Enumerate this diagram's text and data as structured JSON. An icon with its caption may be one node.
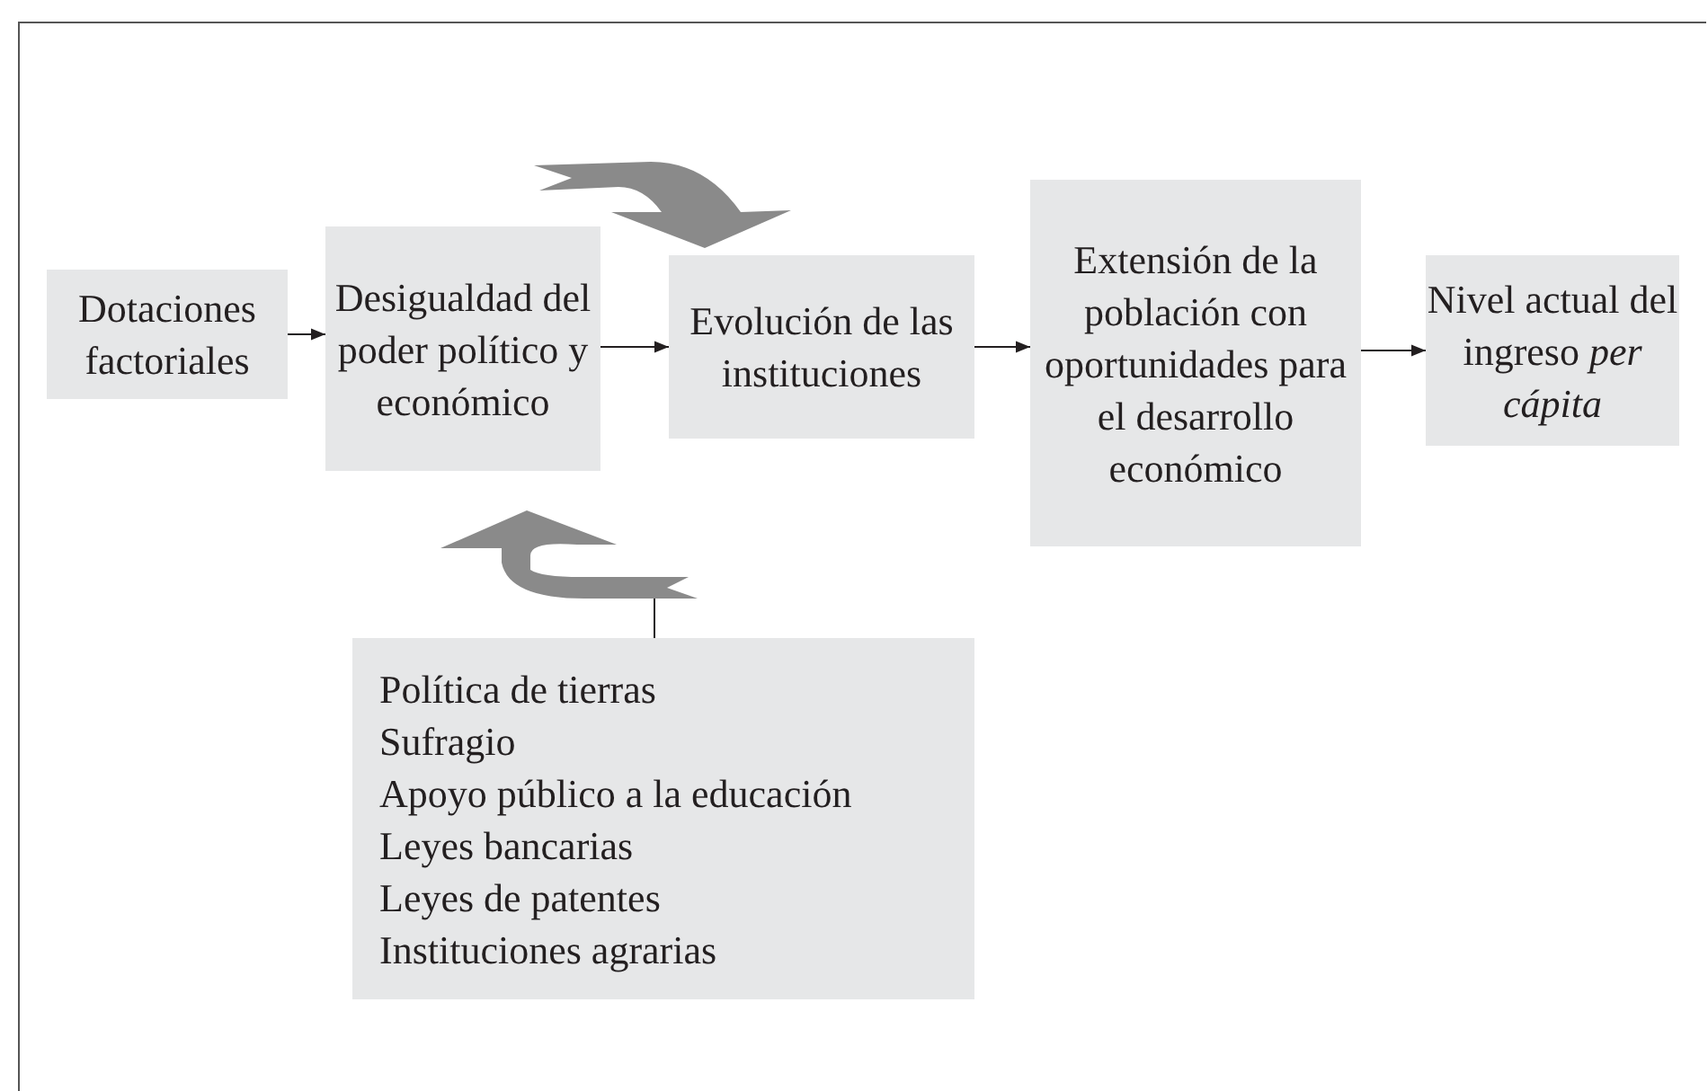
{
  "diagram": {
    "nodes": [
      {
        "text": [
          "Dotaciones factoriales"
        ]
      },
      {
        "text": [
          "Desigualdad del poder político y económico"
        ]
      },
      {
        "text": [
          "Evolución de las instituciones"
        ]
      },
      {
        "text": [
          "Extensión de la población con oportunidades para el desarrollo económico"
        ]
      },
      {
        "text": [
          "Nivel actual del ingreso *per cápita*"
        ]
      },
      {
        "text": [
          "Política de tierras",
          "Sufragio",
          "Apoyo público a la educación",
          "Leyes bancarias",
          "Leyes de patentes",
          "Instituciones agrarias"
        ]
      },
      {
        "text": [],
        "shape": "arrow"
      }
    ],
    "edges": [
      {
        "from": 0,
        "to": 1,
        "arrow": "to"
      },
      {
        "from": 1,
        "to": 2,
        "arrow": "to"
      },
      {
        "from": 2,
        "to": 3,
        "arrow": "to"
      },
      {
        "from": 3,
        "to": 4,
        "arrow": "to"
      },
      {
        "from": 5,
        "to": 6,
        "arrow": "none"
      }
    ]
  }
}
